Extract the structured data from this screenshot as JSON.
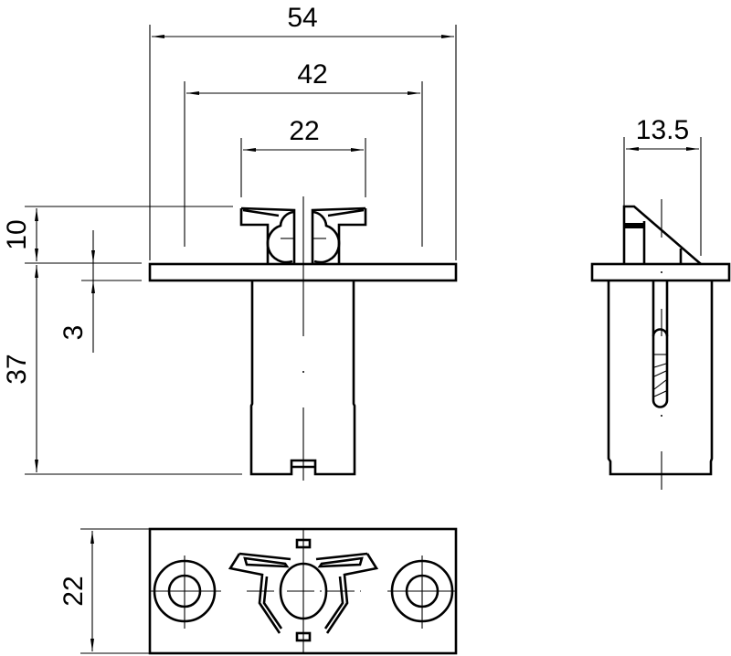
{
  "drawing": {
    "type": "technical-dimension-drawing",
    "units_implied": "mm",
    "line_color": "#000000",
    "background": "#ffffff",
    "views": {
      "front": {
        "dimensions": {
          "overall_width": "54",
          "hole_spacing": "42",
          "clip_width": "22",
          "clip_height": "10",
          "flange_thickness": "3",
          "body_height": "37"
        }
      },
      "side": {
        "dimensions": {
          "clip_depth": "13.5"
        }
      },
      "bottom": {
        "dimensions": {
          "flange_depth": "22"
        }
      }
    }
  }
}
